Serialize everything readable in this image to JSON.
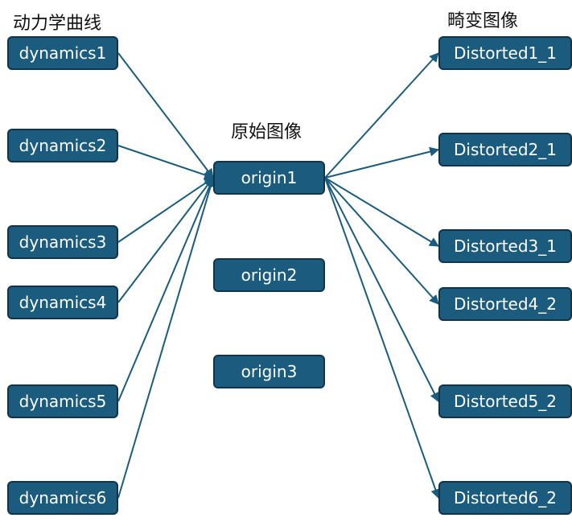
{
  "headings": {
    "dynamics": "动力学曲线",
    "origin": "原始图像",
    "distorted": "畸变图像"
  },
  "dynamics": [
    "dynamics1",
    "dynamics2",
    "dynamics3",
    "dynamics4",
    "dynamics5",
    "dynamics6"
  ],
  "origins": [
    "origin1",
    "origin2",
    "origin3"
  ],
  "distorted": [
    "Distorted1_1",
    "Distorted2_1",
    "Distorted3_1",
    "Distorted4_2",
    "Distorted5_2",
    "Distorted6_2"
  ],
  "edges": [
    {
      "from": "dynamics1",
      "to": "origin1"
    },
    {
      "from": "dynamics2",
      "to": "origin1"
    },
    {
      "from": "dynamics3",
      "to": "origin1"
    },
    {
      "from": "dynamics4",
      "to": "origin1"
    },
    {
      "from": "dynamics5",
      "to": "origin1"
    },
    {
      "from": "dynamics6",
      "to": "origin1"
    },
    {
      "from": "origin1",
      "to": "Distorted1_1"
    },
    {
      "from": "origin1",
      "to": "Distorted2_1"
    },
    {
      "from": "origin1",
      "to": "Distorted3_1"
    },
    {
      "from": "origin1",
      "to": "Distorted4_2"
    },
    {
      "from": "origin1",
      "to": "Distorted5_2"
    },
    {
      "from": "origin1",
      "to": "Distorted6_2"
    }
  ],
  "colors": {
    "node_fill": "#1b5c7e",
    "node_border": "#12344a",
    "node_text": "#ffffff",
    "edge": "#1b5c7e"
  }
}
